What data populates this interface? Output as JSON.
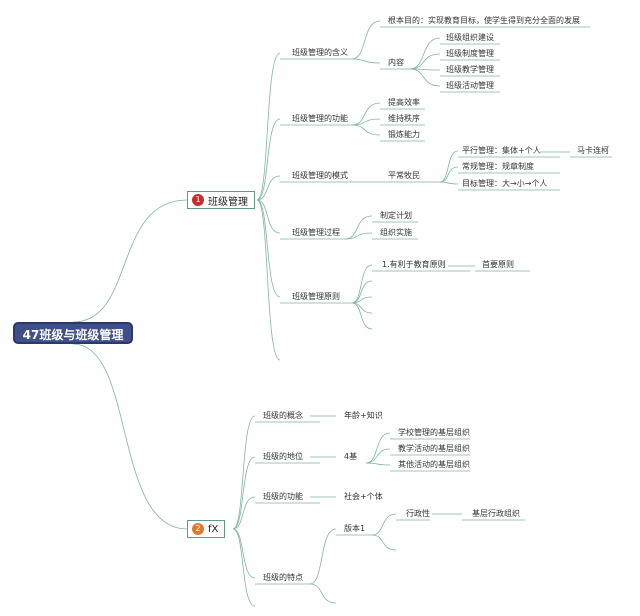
{
  "root": {
    "label": "47班级与班级管理"
  },
  "colors": {
    "root_bg": "#3e4f8a",
    "line": "#7fb59f",
    "badge_a": "#cc2b2b",
    "badge_b": "#e07a2a"
  },
  "topic_a": {
    "badge": "1",
    "label": "班级管理",
    "meaning": {
      "label": "班级管理的含义",
      "goal": "根本目的：实现教育目标，使学生得到充分全面的发展",
      "content": {
        "label": "内容",
        "items": [
          "班级组织建设",
          "班级制度管理",
          "班级教学管理",
          "班级活动管理"
        ]
      }
    },
    "function": {
      "label": "班级管理的功能",
      "items": [
        "提高效率",
        "维持秩序",
        "锻炼能力"
      ]
    },
    "mode": {
      "label": "班级管理的模式",
      "sub": "平常牧民",
      "items": [
        "平行管理：集体+个人",
        "常规管理：规章制度",
        "目标管理：大→小→个人"
      ],
      "extra": "马卡连柯"
    },
    "process": {
      "label": "班级管理过程",
      "items": [
        "制定计划",
        "组织实施"
      ]
    },
    "principle": {
      "label": "班级管理原则",
      "first": "1.有利于教育原则",
      "first_note": "首要原则"
    }
  },
  "topic_b": {
    "badge": "2",
    "label": "fX",
    "concept": {
      "label": "班级的概念",
      "value": "年龄+知识"
    },
    "position": {
      "label": "班级的地位",
      "sub": "4基",
      "items": [
        "学校管理的基层组织",
        "教学活动的基层组织",
        "其他活动的基层组织"
      ]
    },
    "function": {
      "label": "班级的功能",
      "value": "社会+个体"
    },
    "feature": {
      "label": "班级的特点",
      "sub": "版本1",
      "item": "行政性",
      "item_note": "基层行政组织"
    }
  }
}
